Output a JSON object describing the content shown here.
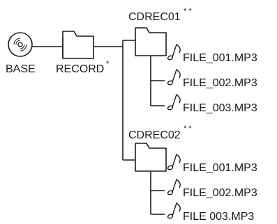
{
  "nodes": {
    "base": {
      "label": "BASE"
    },
    "record": {
      "label": "RECORD",
      "mark": "*"
    },
    "cdrec01": {
      "label": "CDREC01",
      "mark": "* *"
    },
    "cdrec02": {
      "label": "CDREC02",
      "mark": "* *"
    }
  },
  "files": {
    "cdrec01": [
      "FILE_001.MP3",
      "FILE_002.MP3",
      "FILE_003.MP3"
    ],
    "cdrec02": [
      "FILE_001.MP3",
      "FILE_002.MP3",
      "FILE  003.MP3"
    ]
  },
  "icons": {
    "base": "disc-icon",
    "folder": "folder-icon",
    "file": "music-note-icon"
  },
  "colors": {
    "ink": "#1a1a1a",
    "background": "#ffffff"
  }
}
